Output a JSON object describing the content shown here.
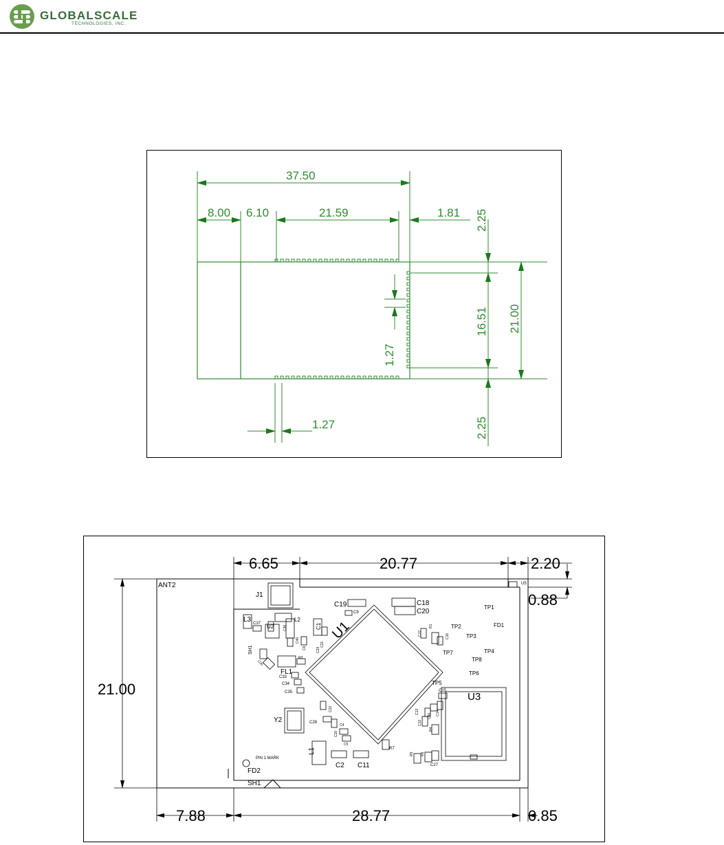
{
  "header": {
    "brand_name": "GLOBALSCALE",
    "brand_sub": "TECHNOLOGIES, INC.",
    "brand_color": "#3b6b3b"
  },
  "figure1": {
    "dim_color": "#2e8b2e",
    "dims": {
      "overall_width": "37.50",
      "left_section": "8.00",
      "second_section": "6.10",
      "pad_span": "21.59",
      "right_offset": "1.81",
      "top_margin": "2.25",
      "pad_column": "16.51",
      "overall_height": "21.00",
      "pad_pitch_side": "1.27",
      "pad_pitch_bottom": "1.27",
      "bottom_margin": "2.25"
    }
  },
  "figure2": {
    "dims": {
      "top_left": "6.65",
      "top_mid": "20.77",
      "top_right": "2.20",
      "right_small": "0.88",
      "height": "21.00",
      "bottom_left": "7.88",
      "bottom_mid": "28.77",
      "bottom_right": "0.85"
    },
    "labels": {
      "ant2": "ANT2",
      "j1": "J1",
      "u5": "U5",
      "c19": "C19",
      "c9": "C9",
      "c18": "C18",
      "c20": "C20",
      "tp1": "TP1",
      "fd1": "FD1",
      "tp2": "TP2",
      "tp3": "TP3",
      "tp4": "TP4",
      "tp7": "TP7",
      "tp8": "TP8",
      "tp6": "TP6",
      "tp5": "TP5",
      "c15": "C15",
      "u3": "U3",
      "u1": "U1",
      "l3": "L3",
      "c37": "C37",
      "u2": "U2",
      "l2": "L2",
      "c1": "C1",
      "sh1_left": "SH1",
      "fl1": "FL1",
      "c33": "C33",
      "c34": "C34",
      "c35": "C35",
      "y2": "Y2",
      "c28": "C28",
      "l1": "L1",
      "c2": "C2",
      "c11": "C11",
      "r7": "R7",
      "pin1": "PIN 1 MARK",
      "fd2": "FD2",
      "sh1": "SH1",
      "c27": "C27",
      "c17": "C17",
      "r1": "R1",
      "c16": "C16",
      "c4": "C4",
      "c10": "C10",
      "c5": "C5",
      "c22": "C22",
      "r4": "R4",
      "c13": "C13",
      "c14": "C14",
      "c12": "C12",
      "c30": "C30",
      "r5": "R5",
      "r6": "R6",
      "c21": "C21",
      "c6": "C6",
      "c23": "C23",
      "c36": "C36",
      "c40": "C40",
      "c26": "C26",
      "r3": "R3"
    }
  }
}
